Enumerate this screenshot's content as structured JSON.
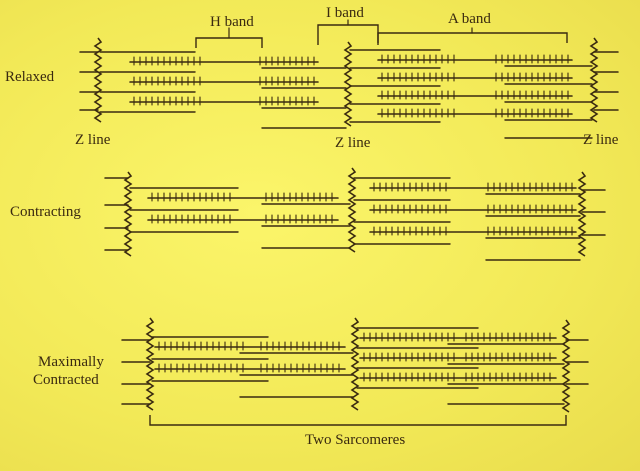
{
  "labels": {
    "h_band": "H band",
    "i_band": "I band",
    "a_band": "A band",
    "z_line_left": "Z line",
    "z_line_middle": "Z line",
    "z_line_right": "Z line",
    "relaxed": "Relaxed",
    "contracting": "Contracting",
    "maximally_line1": "Maximally",
    "maximally_line2": "Contracted",
    "two_sarcomeres": "Two Sarcomeres"
  },
  "colors": {
    "background": "#f4ec59",
    "ink": "#3a2a10"
  }
}
